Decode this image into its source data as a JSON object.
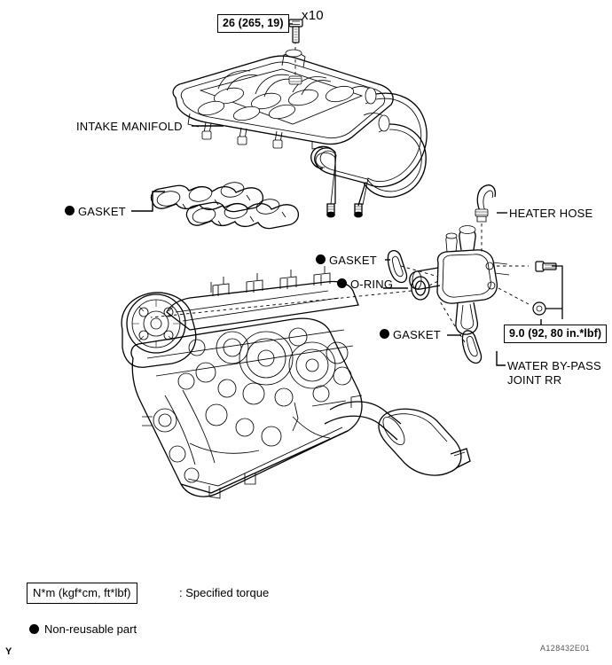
{
  "figure": {
    "id_code": "A128432E01",
    "corner_mark": "Y"
  },
  "torque_specs": [
    {
      "name": "intake-manifold-bolt-torque",
      "value": "26 (265, 19)",
      "quantity_label": "x10"
    },
    {
      "name": "water-bypass-joint-bolt-torque",
      "value": "9.0 (92, 80 in.*lbf)"
    }
  ],
  "callouts": {
    "intake_manifold": "INTAKE MANIFOLD",
    "gasket_manifold": "GASKET",
    "gasket_bypass_upper": "GASKET",
    "gasket_bypass_lower": "GASKET",
    "o_ring": "O-RING",
    "heater_hose": "HEATER HOSE",
    "water_bypass_joint": "WATER BY-PASS\nJOINT RR"
  },
  "legend": {
    "torque_unit_box": "N*m (kgf*cm, ft*lbf)",
    "torque_description": ": Specified torque",
    "non_reusable_description": "Non-reusable part"
  }
}
